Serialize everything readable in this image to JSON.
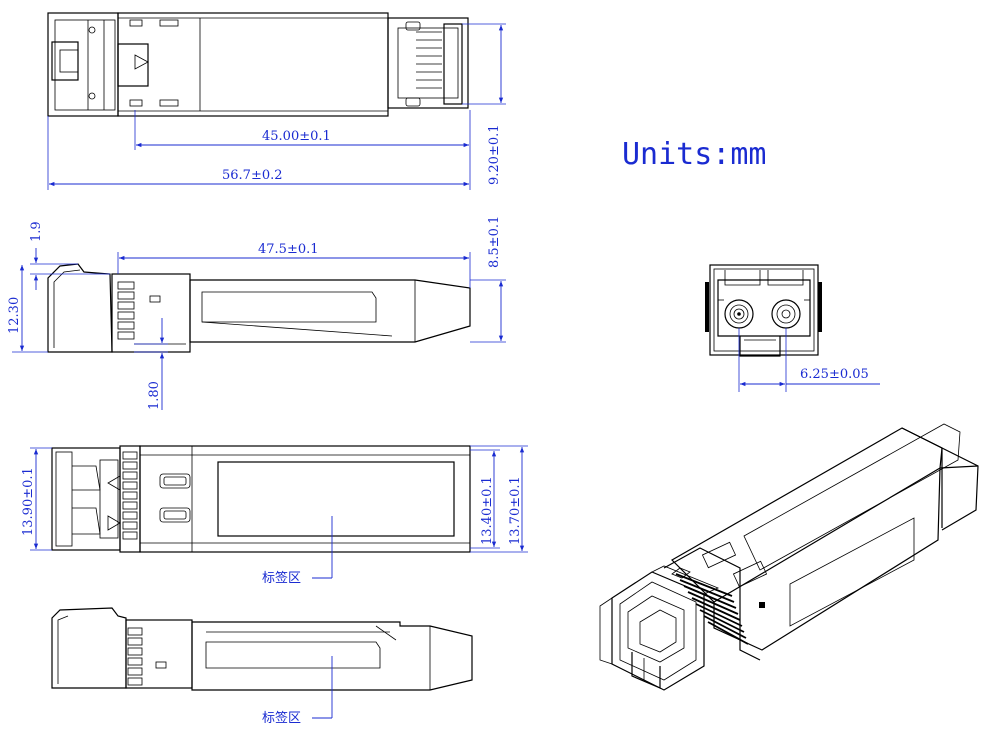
{
  "units_label": "Units:mm",
  "dimensions": {
    "top_view_inner_length": "45.00±0.1",
    "top_view_total_length": "56.7±0.2",
    "top_view_height": "9.20±0.1",
    "side_view_body_length": "47.5±0.1",
    "side_view_body_height": "8.5±0.1",
    "side_view_latch_top": "1.9",
    "side_view_total_height": "12.30",
    "side_view_latch_step": "1.80",
    "end_view_pitch": "6.25±0.05",
    "bottom_view_left_width": "13.90±0.1",
    "bottom_view_width_a": "13.40±0.1",
    "bottom_view_width_b": "13.70±0.1"
  },
  "labels": {
    "label_area_1": "标签区",
    "label_area_2": "标签区"
  },
  "colors": {
    "dimension": "#1a2bd1",
    "outline": "#000000"
  }
}
